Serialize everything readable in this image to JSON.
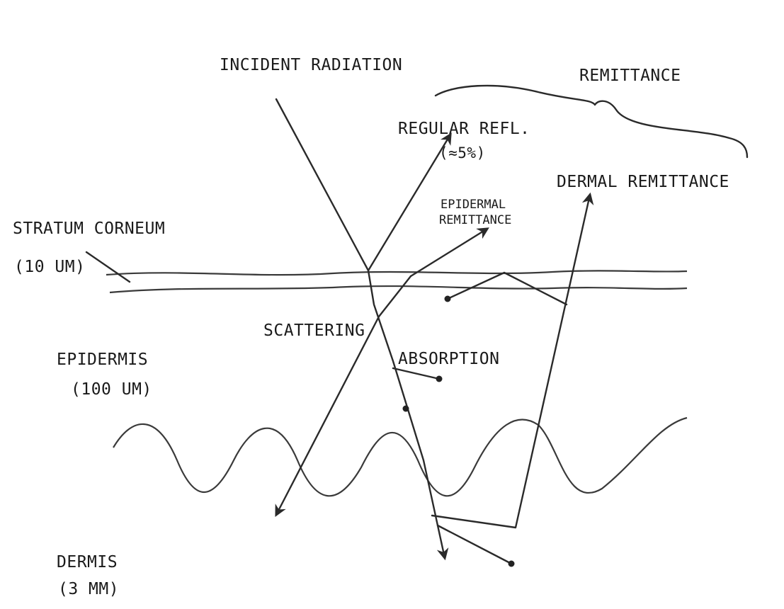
{
  "labels": {
    "incident_radiation": "INCIDENT RADIATION",
    "remittance": "REMITTANCE",
    "regular_refl": "REGULAR REFL.",
    "regular_refl_pct": "(≈5%)",
    "dermal_remittance": "DERMAL REMITTANCE",
    "epidermal_remittance_1": "EPIDERMAL",
    "epidermal_remittance_2": "REMITTANCE",
    "stratum_corneum": "STRATUM CORNEUM",
    "stratum_corneum_thickness": "(10 UM)",
    "scattering": "SCATTERING",
    "absorption": "ABSORPTION",
    "epidermis": "EPIDERMIS",
    "epidermis_thickness": "(100 UM)",
    "dermis": "DERMIS",
    "dermis_thickness": "(3 MM)"
  }
}
